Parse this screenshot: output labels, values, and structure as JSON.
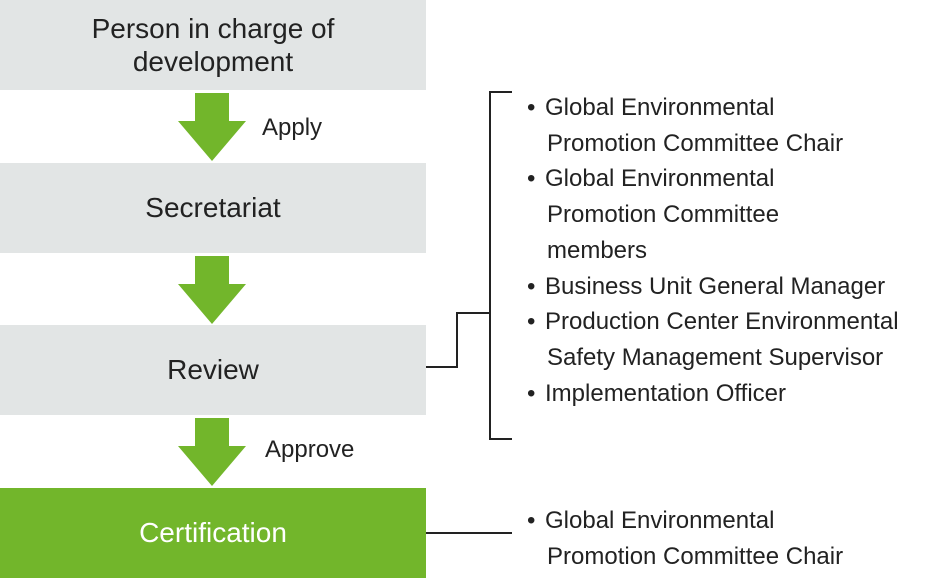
{
  "steps": {
    "person_in_charge": [
      "Person in charge of",
      "development"
    ],
    "secretariat": "Secretariat",
    "review": "Review",
    "certification": "Certification"
  },
  "arrow_labels": {
    "apply": "Apply",
    "approve": "Approve"
  },
  "bullet_marker": "•",
  "review_members": [
    {
      "lines": [
        "Global Environmental",
        "Promotion Committee Chair"
      ]
    },
    {
      "lines": [
        "Global Environmental",
        "Promotion Committee",
        "members"
      ]
    },
    {
      "lines": [
        "Business Unit General Manager"
      ]
    },
    {
      "lines": [
        "Production Center Environmental",
        "Safety Management Supervisor"
      ]
    },
    {
      "lines": [
        "Implementation Officer"
      ]
    }
  ],
  "certification_members": [
    {
      "lines": [
        "Global Environmental",
        "Promotion Committee Chair"
      ]
    }
  ],
  "colors": {
    "grey_box": "#e2e5e5",
    "green": "#72b62b",
    "arrow": "#72b62b",
    "line": "#222222"
  }
}
